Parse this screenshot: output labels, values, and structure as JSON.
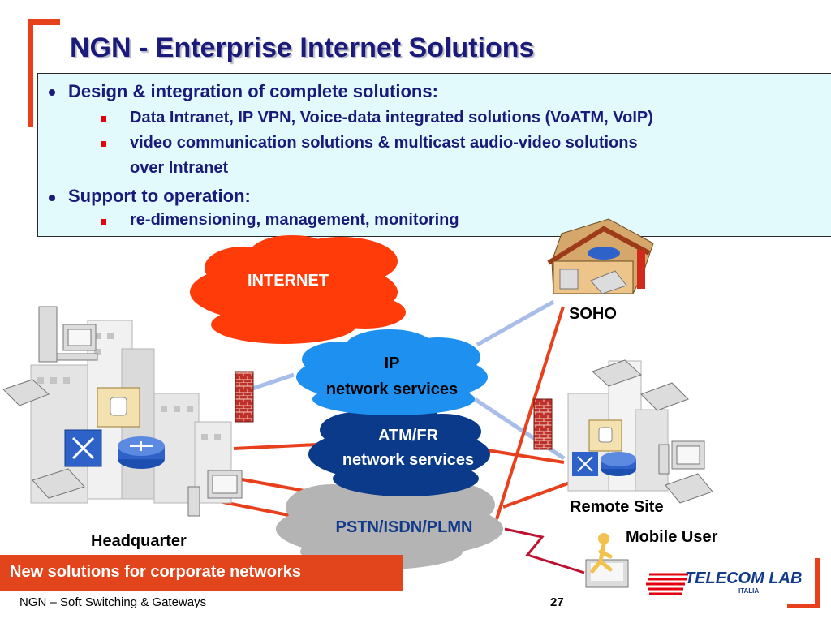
{
  "slide": {
    "title": "NGN - Enterprise Internet Solutions",
    "bullets": [
      {
        "text": "Design & integration of complete solutions:",
        "sub": [
          "Data Intranet, IP VPN, Voice-data integrated solutions (VoATM, VoIP)",
          "video communication solutions & multicast audio-video solutions",
          "over Intranet"
        ]
      },
      {
        "text": "Support to operation:",
        "sub": [
          "re-dimensioning, management, monitoring"
        ]
      }
    ]
  },
  "diagram": {
    "clouds": {
      "internet": "INTERNET",
      "ip_line1": "IP",
      "ip_line2": "network services",
      "atm_line1": "ATM/FR",
      "atm_line2": "network services",
      "pstn": "PSTN/ISDN/PLMN"
    },
    "sites": {
      "soho": "SOHO",
      "remote": "Remote Site",
      "mobile": "Mobile User",
      "hq": "Headquarter"
    },
    "colors": {
      "internet": "#ff3b0a",
      "ip": "#1e90f0",
      "atm": "#0b3a8a",
      "pstn": "#b4b4b4",
      "link_red": "#e8401c",
      "link_blue": "#a8bde8"
    }
  },
  "banner": {
    "text": "New solutions for corporate networks"
  },
  "footer": {
    "left": "NGN – Soft Switching & Gateways",
    "page": "27"
  },
  "logo": {
    "text": "TELECOM LAB",
    "sub": "ITALIA"
  }
}
